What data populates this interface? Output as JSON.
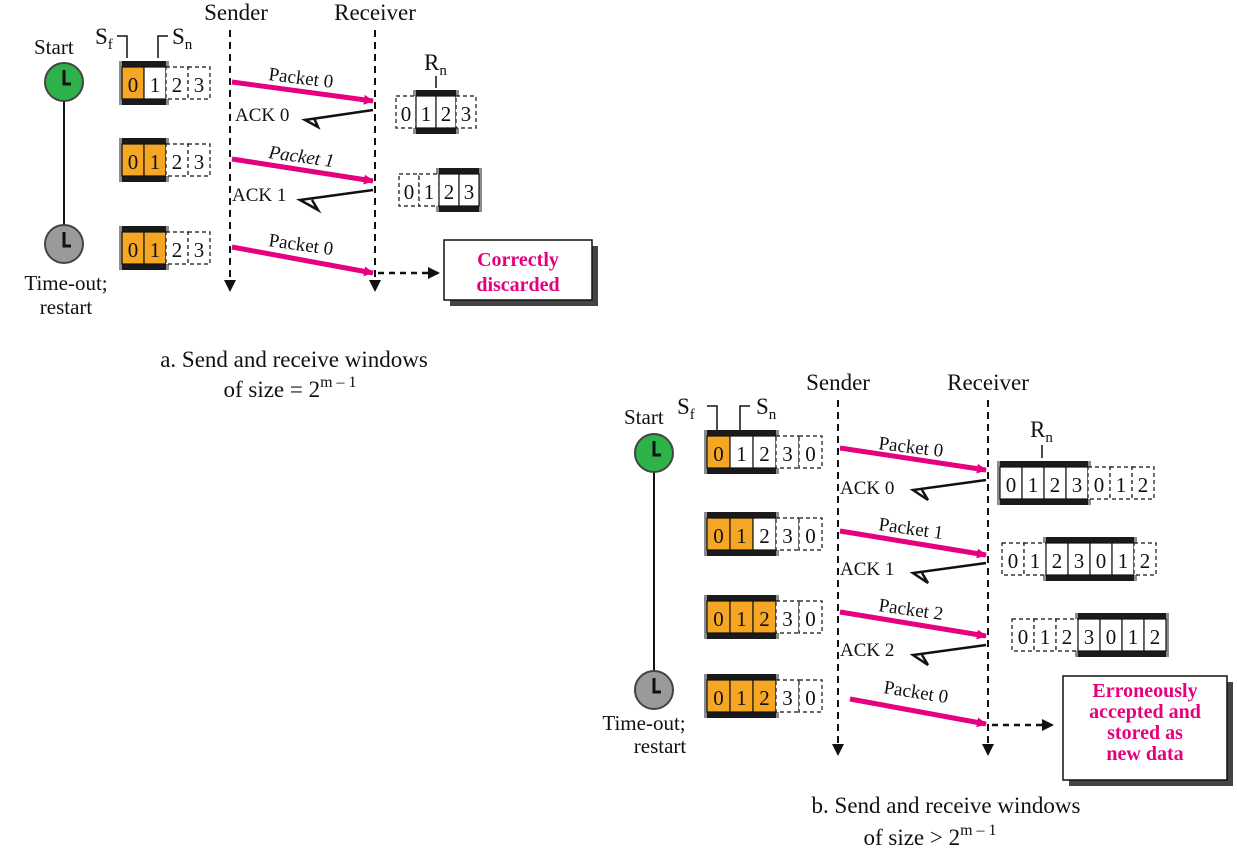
{
  "colors": {
    "accent": "#e6007e",
    "send_fill": "#f5a623",
    "start_clock": "#2db34a",
    "timeout_clock": "#9a9a9a",
    "window_bar": "#1a1a1a"
  },
  "labels": {
    "start": "Start",
    "timeout_line1": "Time-out;",
    "timeout_line2": "restart",
    "sender": "Sender",
    "receiver": "Receiver",
    "sf": "S",
    "sf_sub": "f",
    "sn": "S",
    "sn_sub": "n",
    "rn": "R",
    "rn_sub": "n"
  },
  "panel_a": {
    "caption_line1": "a. Send and receive windows",
    "caption_line2_prefix": "of size = 2",
    "caption_line2_exp": "m – 1",
    "sender_windows": [
      [
        "0",
        "1",
        "2",
        "3"
      ],
      [
        "0",
        "1",
        "2",
        "3"
      ],
      [
        "0",
        "1",
        "2",
        "3"
      ]
    ],
    "receiver_windows": [
      [
        "0",
        "1",
        "2",
        "3"
      ],
      [
        "0",
        "1",
        "2",
        "3"
      ]
    ],
    "packets": [
      "Packet 0",
      "Packet 1",
      "Packet 0"
    ],
    "acks": [
      "ACK 0",
      "ACK 1"
    ],
    "result_line1": "Correctly",
    "result_line2": "discarded"
  },
  "panel_b": {
    "caption_line1": "b. Send and receive windows",
    "caption_line2_prefix": "of size > 2",
    "caption_line2_exp": "m – 1",
    "sender_windows": [
      [
        "0",
        "1",
        "2",
        "3",
        "0"
      ],
      [
        "0",
        "1",
        "2",
        "3",
        "0"
      ],
      [
        "0",
        "1",
        "2",
        "3",
        "0"
      ],
      [
        "0",
        "1",
        "2",
        "3",
        "0"
      ]
    ],
    "receiver_windows": [
      [
        "0",
        "1",
        "2",
        "3",
        "0",
        "1",
        "2"
      ],
      [
        "0",
        "1",
        "2",
        "3",
        "0",
        "1",
        "2"
      ],
      [
        "0",
        "1",
        "2",
        "3",
        "0",
        "1",
        "2"
      ]
    ],
    "packets": [
      "Packet 0",
      "Packet 1",
      "Packet 2",
      "Packet 0"
    ],
    "acks": [
      "ACK 0",
      "ACK 1",
      "ACK 2"
    ],
    "result_line1": "Erroneously",
    "result_line2": "accepted and",
    "result_line3": "stored as",
    "result_line4": "new data"
  }
}
